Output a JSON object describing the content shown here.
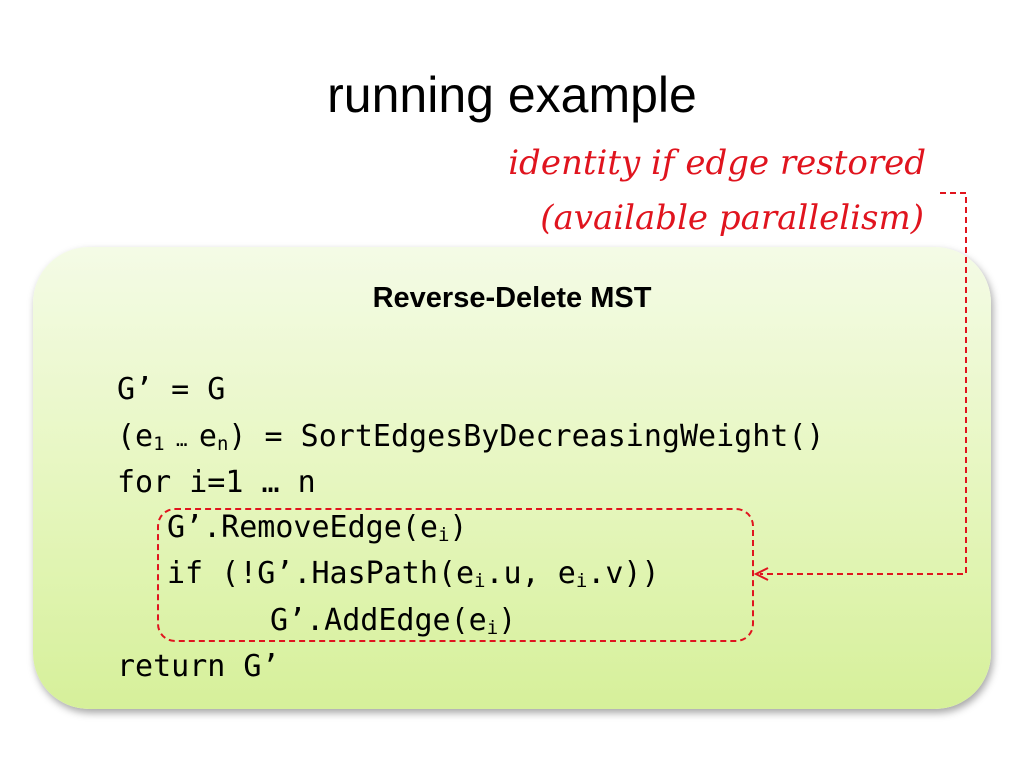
{
  "slide": {
    "title": "running example",
    "annotation_line1": "identity if edge restored",
    "annotation_line2": "(available parallelism)"
  },
  "algorithm": {
    "title": "Reverse-Delete MST",
    "line1": "G’ = G",
    "line2_open": "(e",
    "line2_sub1": "1",
    "line2_ellipsis": " … ",
    "line2_e": "e",
    "line2_subn": "n",
    "line2_rest": ") = SortEdgesByDecreasingWeight()",
    "line3": "for i=1 … n",
    "line4_a": "G’.RemoveEdge(e",
    "line4_sub": "i",
    "line4_b": ")",
    "line5_a": "if (!G’.HasPath(e",
    "line5_sub1": "i",
    "line5_b": ".u, e",
    "line5_sub2": "i",
    "line5_c": ".v))",
    "line6_a": "G’.AddEdge(e",
    "line6_sub": "i",
    "line6_b": ")",
    "line7": "return G’"
  },
  "colors": {
    "annotation": "#e0141e",
    "box_top": "#f4fbe6",
    "box_bottom": "#d6f09a"
  }
}
